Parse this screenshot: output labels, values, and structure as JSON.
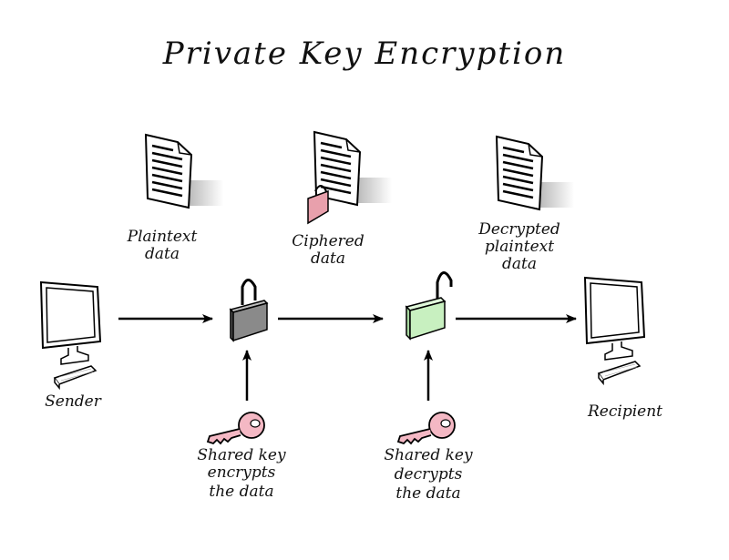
{
  "title": "Private Key Encryption",
  "documents": {
    "plaintext": [
      "Plaintext",
      "data"
    ],
    "ciphered": [
      "Ciphered",
      "data"
    ],
    "decrypted": [
      "Decrypted",
      "plaintext",
      "data"
    ]
  },
  "endpoints": {
    "sender": "Sender",
    "recipient": "Recipient"
  },
  "keys": {
    "encrypt": [
      "Shared key",
      "encrypts",
      "the data"
    ],
    "decrypt": [
      "Shared key",
      "decrypts",
      "the data"
    ]
  },
  "colors": {
    "locked": "#8a8a8a",
    "unlocked": "#c8f0c0",
    "key": "#f4b8c4",
    "small_lock": "#e8a0ac"
  }
}
